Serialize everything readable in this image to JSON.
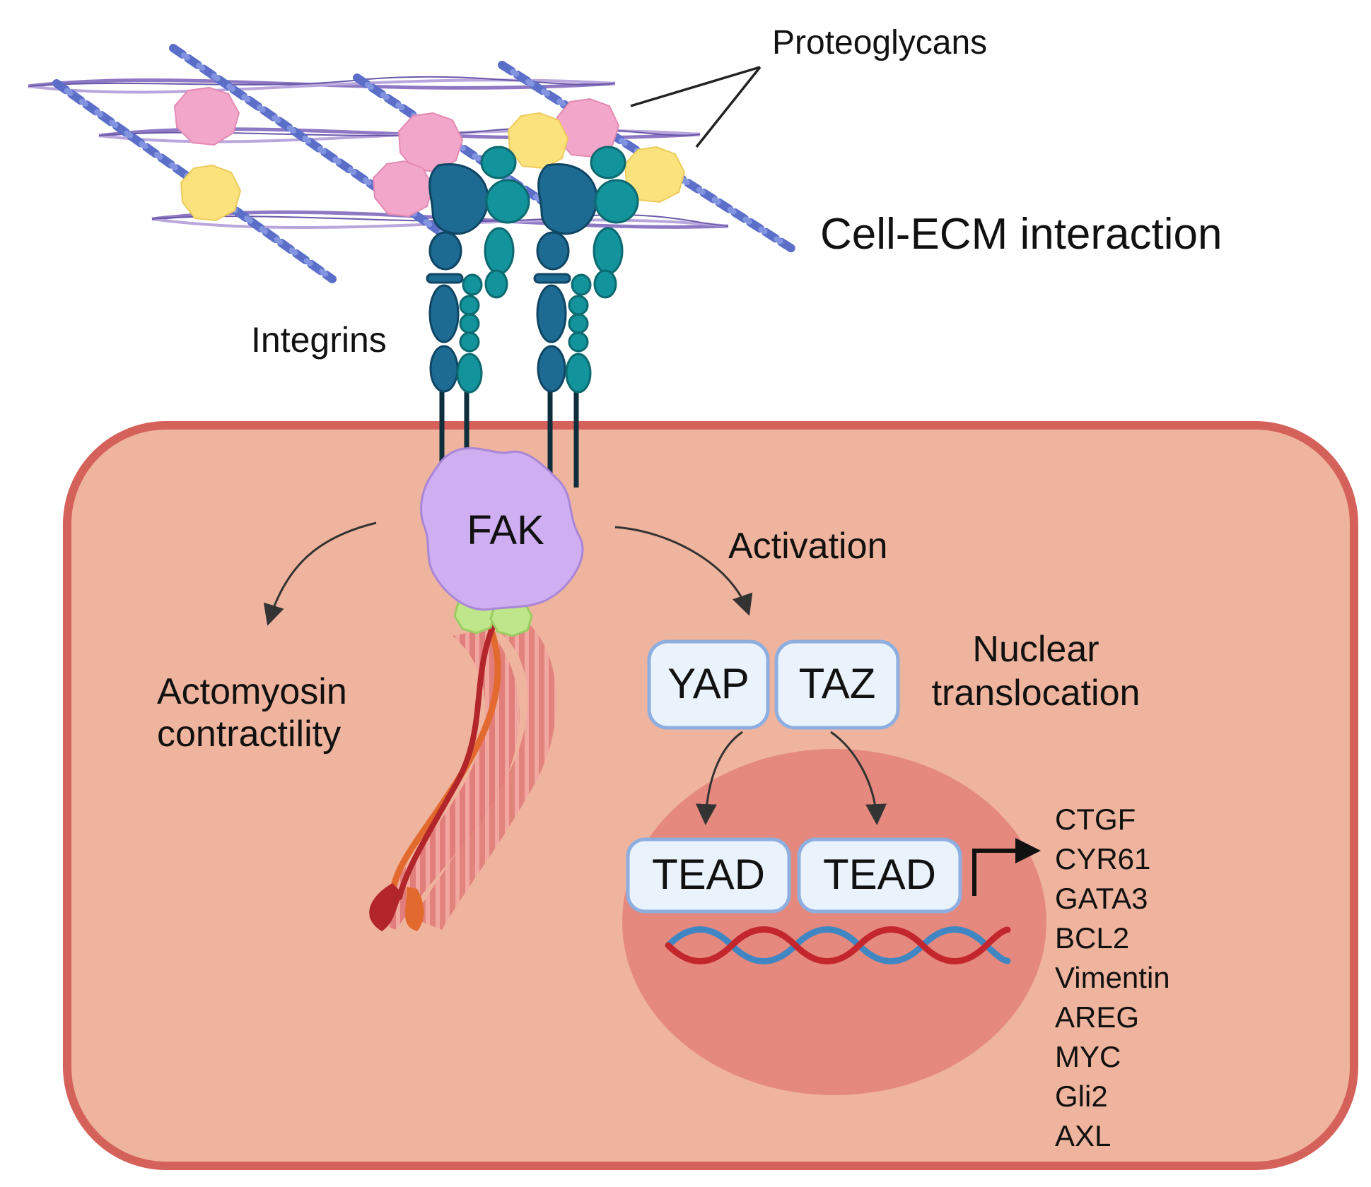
{
  "labels": {
    "proteoglycans": "Proteoglycans",
    "cell_ecm": "Cell-ECM interaction",
    "integrins": "Integrins",
    "fak": "FAK",
    "activation": "Activation",
    "actomyosin_line1": "Actomyosin",
    "actomyosin_line2": "contractility",
    "nuclear_line1": "Nuclear",
    "nuclear_line2": "translocation",
    "yap": "YAP",
    "taz": "TAZ",
    "tead_1": "TEAD",
    "tead_2": "TEAD"
  },
  "target_genes": [
    "CTGF",
    "CYR61",
    "GATA3",
    "BCL2",
    "Vimentin",
    "AREG",
    "MYC",
    "Gli2",
    "AXL"
  ],
  "colors": {
    "cell_fill": "#efb49e",
    "cell_border": "#d5625a",
    "nucleus_fill": "#e5897e",
    "fak": "#cfaef2",
    "integrin_alpha": "#1d6a93",
    "integrin_beta": "#13939b",
    "proteoglycan_pink": "#f2a6c9",
    "proteoglycan_yellow": "#fbe27c",
    "adaptor_green": "#bfe68a",
    "protein_box_fill": "#eaf3fc",
    "protein_box_border": "#8eaee0",
    "dna_red": "#c4262e",
    "dna_blue": "#3f86c2"
  }
}
